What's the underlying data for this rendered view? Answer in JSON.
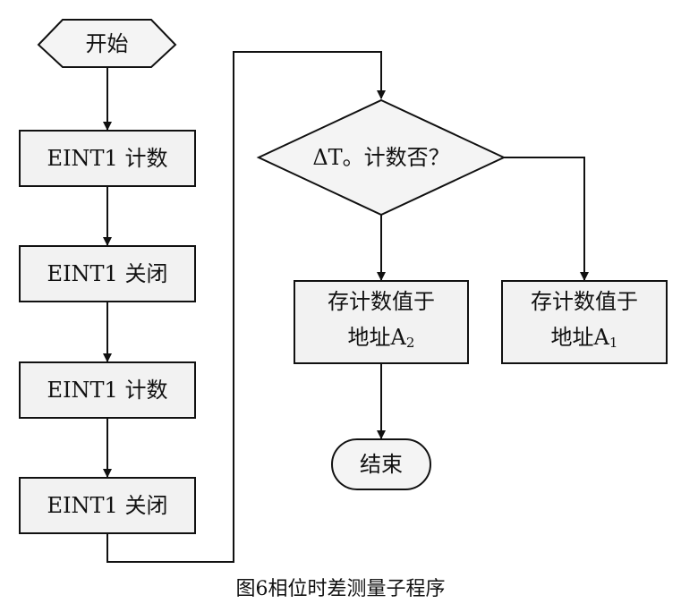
{
  "nodes": {
    "start": "开始",
    "step1": "EINT1 计数",
    "step2": "EINT1 关闭",
    "step3": "EINT1 计数",
    "step4": "EINT1 关闭",
    "decision_prefix": "ΔT",
    "decision_suffix": "。计数否？",
    "store_a2": {
      "line1": "存计数值于",
      "line2_prefix": "地址A",
      "line2_sub": "2"
    },
    "store_a1": {
      "line1": "存计数值于",
      "line2_prefix": "地址A",
      "line2_sub": "1"
    },
    "end": "结束"
  },
  "caption": "图6相位时差测量子程序"
}
